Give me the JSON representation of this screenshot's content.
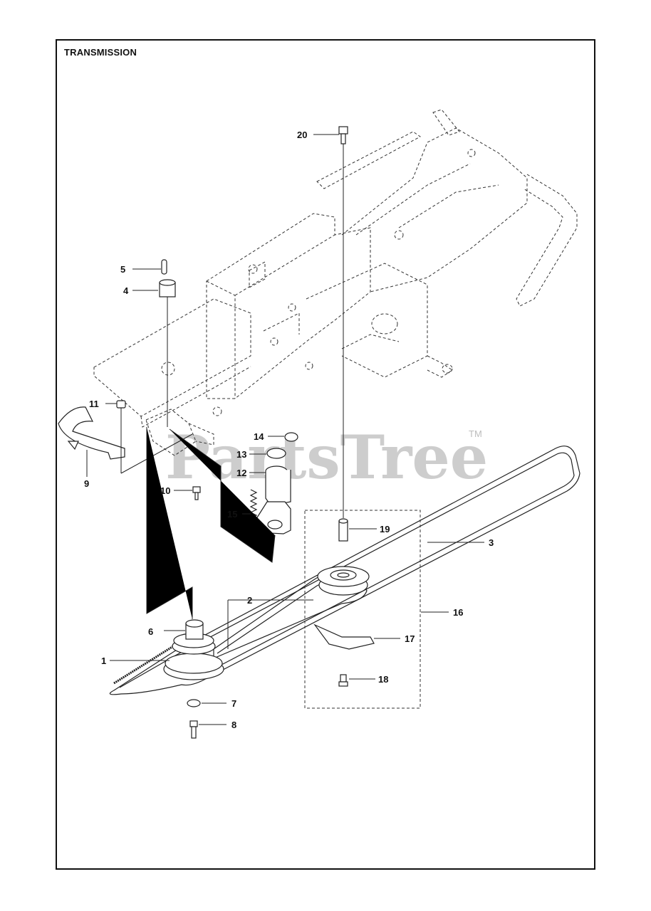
{
  "title": "TRANSMISSION",
  "watermark": {
    "text": "PartsTree",
    "trademark": "TM"
  },
  "callouts": [
    {
      "num": "1"
    },
    {
      "num": "2"
    },
    {
      "num": "3"
    },
    {
      "num": "4"
    },
    {
      "num": "5"
    },
    {
      "num": "6"
    },
    {
      "num": "7"
    },
    {
      "num": "8"
    },
    {
      "num": "9"
    },
    {
      "num": "10"
    },
    {
      "num": "11"
    },
    {
      "num": "12"
    },
    {
      "num": "13"
    },
    {
      "num": "14"
    },
    {
      "num": "15"
    },
    {
      "num": "16"
    },
    {
      "num": "17"
    },
    {
      "num": "18"
    },
    {
      "num": "19"
    },
    {
      "num": "20"
    }
  ]
}
